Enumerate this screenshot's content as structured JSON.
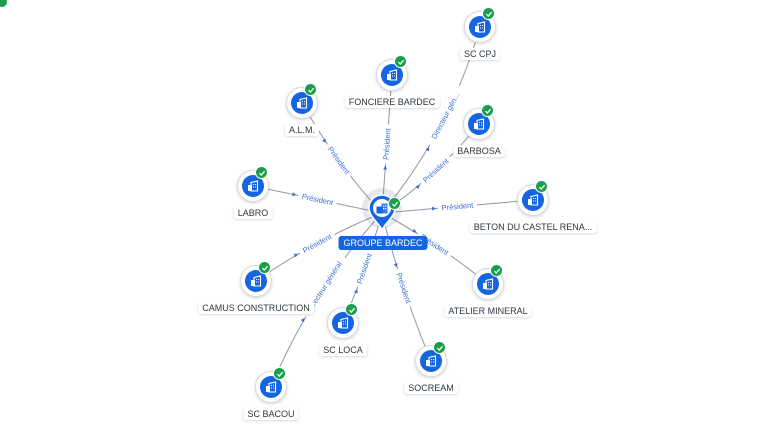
{
  "center": {
    "label": "GROUPE BARDEC",
    "icon": "building-icon",
    "verified_icon": "check-icon"
  },
  "nodes": [
    {
      "id": "sc-cpj",
      "label": "SC CPJ",
      "icon": "building-icon",
      "verified": true
    },
    {
      "id": "fonciere-bardec",
      "label": "FONCIERE BARDEC",
      "icon": "building-icon",
      "verified": true
    },
    {
      "id": "alm",
      "label": "A.L.M.",
      "icon": "building-icon",
      "verified": true
    },
    {
      "id": "barbosa",
      "label": "BARBOSA",
      "icon": "building-icon",
      "verified": true
    },
    {
      "id": "labro",
      "label": "LABRO",
      "icon": "building-icon",
      "verified": true
    },
    {
      "id": "beton-du-castel",
      "label": "BETON DU CASTEL RENA...",
      "icon": "building-icon",
      "verified": true
    },
    {
      "id": "camus-construction",
      "label": "CAMUS CONSTRUCTION",
      "icon": "building-icon",
      "verified": true
    },
    {
      "id": "atelier-mineral",
      "label": "ATELIER MINERAL",
      "icon": "building-icon",
      "verified": true
    },
    {
      "id": "sc-loca",
      "label": "SC LOCA",
      "icon": "building-icon",
      "verified": true
    },
    {
      "id": "socream",
      "label": "SOCREAM",
      "icon": "building-icon",
      "verified": true
    },
    {
      "id": "sc-bacou",
      "label": "SC BACOU",
      "icon": "building-icon",
      "verified": true
    }
  ],
  "edges": [
    {
      "target": "sc-cpj",
      "label": "Directeur gén..."
    },
    {
      "target": "fonciere-bardec",
      "label": "Président"
    },
    {
      "target": "alm",
      "label": "Président"
    },
    {
      "target": "barbosa",
      "label": "Président"
    },
    {
      "target": "labro",
      "label": "Président"
    },
    {
      "target": "beton-du-castel",
      "label": "Président"
    },
    {
      "target": "camus-construction",
      "label": "Président"
    },
    {
      "target": "atelier-mineral",
      "label": "Président"
    },
    {
      "target": "sc-loca",
      "label": "Président"
    },
    {
      "target": "socream",
      "label": "Président"
    },
    {
      "target": "sc-bacou",
      "label": "Directeur général"
    }
  ],
  "colors": {
    "node_fill": "#1565e0",
    "verified": "#1a9e4b",
    "edge": "#8e98a6",
    "edge_label": "#3b6fd6",
    "center_label_bg": "#1565e0"
  }
}
